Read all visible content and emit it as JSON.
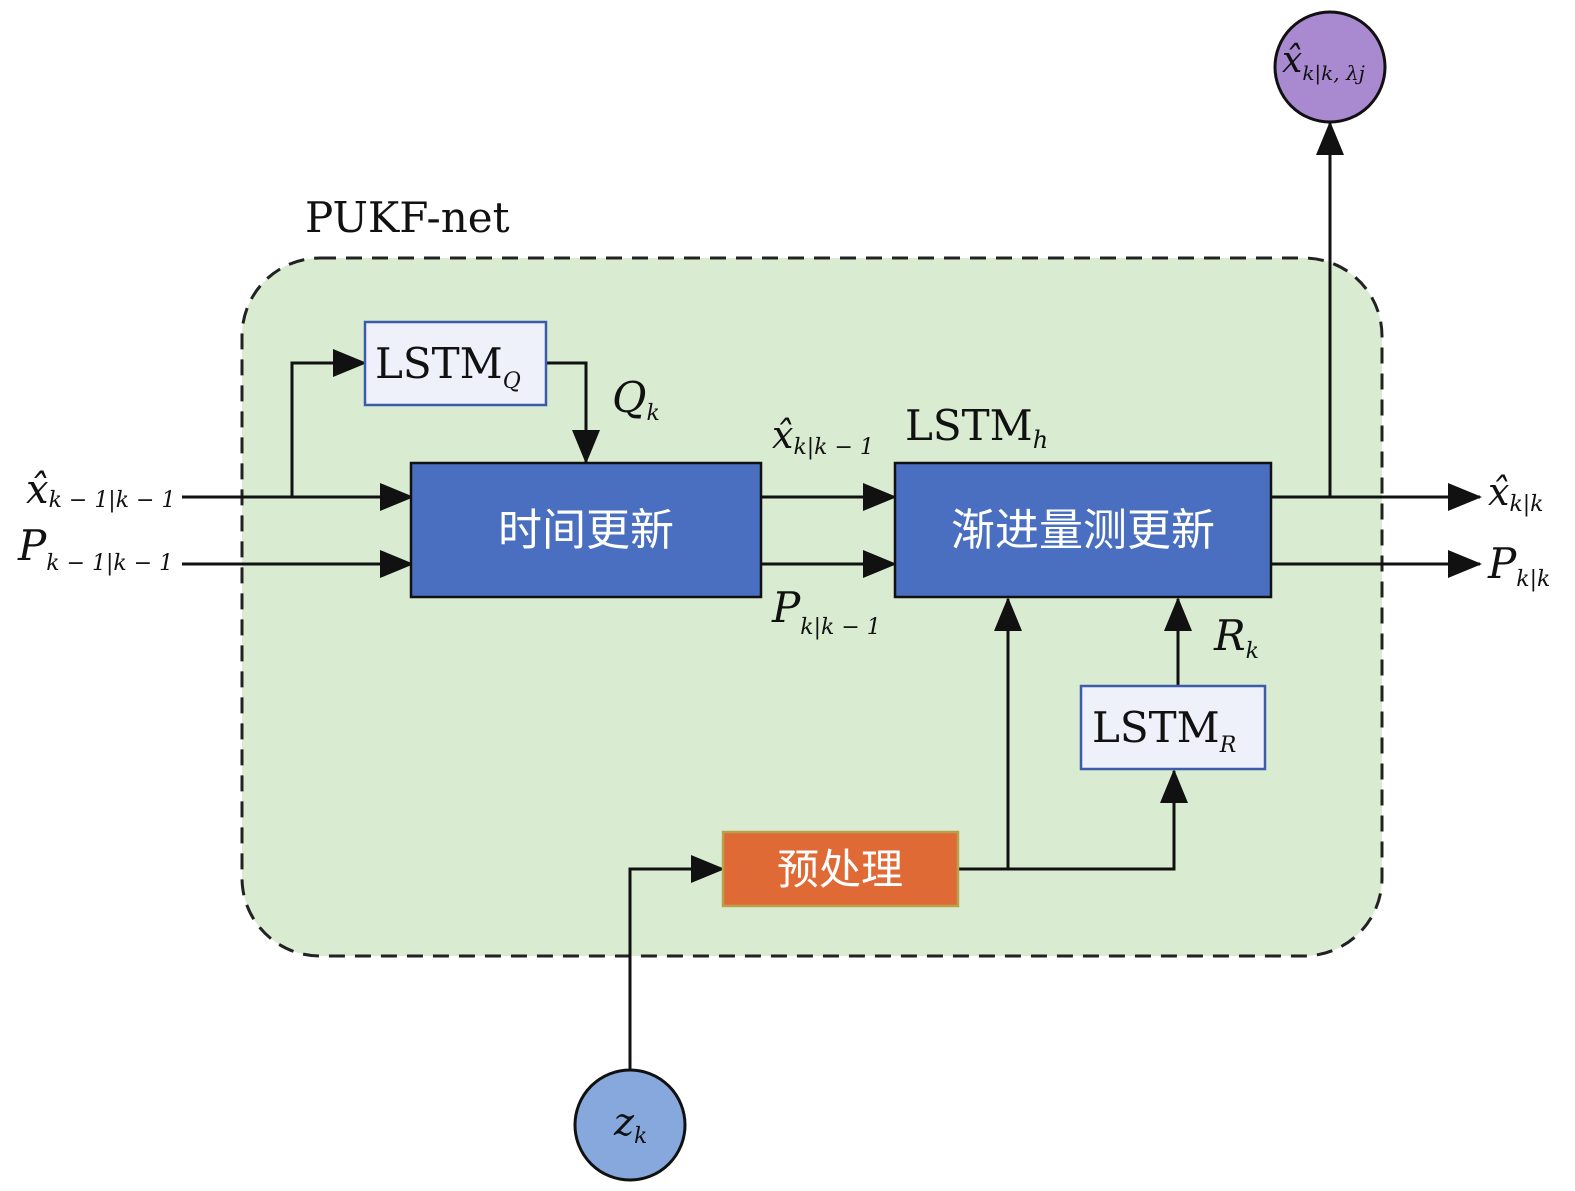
{
  "container_label": "PUKF-net",
  "colors": {
    "container_fill": "#d9ecd2",
    "blue_box": "#4a6fc1",
    "orange_box": "#e06a35",
    "lstm_fill": "#eef0fa",
    "lstm_border": "#3b5bab",
    "purple_node": "#a98ad0",
    "blue_node": "#86a8dd"
  },
  "blocks": {
    "time_update": "时间更新",
    "measurement_update": "渐进量测更新",
    "preprocess": "预处理",
    "lstm_q": {
      "base": "LSTM",
      "sub": "Q"
    },
    "lstm_r": {
      "base": "LSTM",
      "sub": "R"
    },
    "lstm_h": {
      "base": "LSTM",
      "sub": "h"
    }
  },
  "nodes": {
    "output_top": {
      "base": "x̂",
      "sub": "k|k, λj"
    },
    "input_bottom": {
      "base": "z",
      "sub": "k"
    }
  },
  "signals": {
    "x_in": {
      "base": "x̂",
      "sub": "k − 1|k − 1"
    },
    "p_in": {
      "base": "P",
      "sub": "k − 1|k − 1"
    },
    "q_k": {
      "base": "Q",
      "sub": "k"
    },
    "x_pred": {
      "base": "x̂",
      "sub": "k|k − 1"
    },
    "p_pred": {
      "base": "P",
      "sub": "k|k − 1"
    },
    "r_k": {
      "base": "R",
      "sub": "k"
    },
    "x_out": {
      "base": "x̂",
      "sub": "k|k"
    },
    "p_out": {
      "base": "P",
      "sub": "k|k"
    }
  }
}
